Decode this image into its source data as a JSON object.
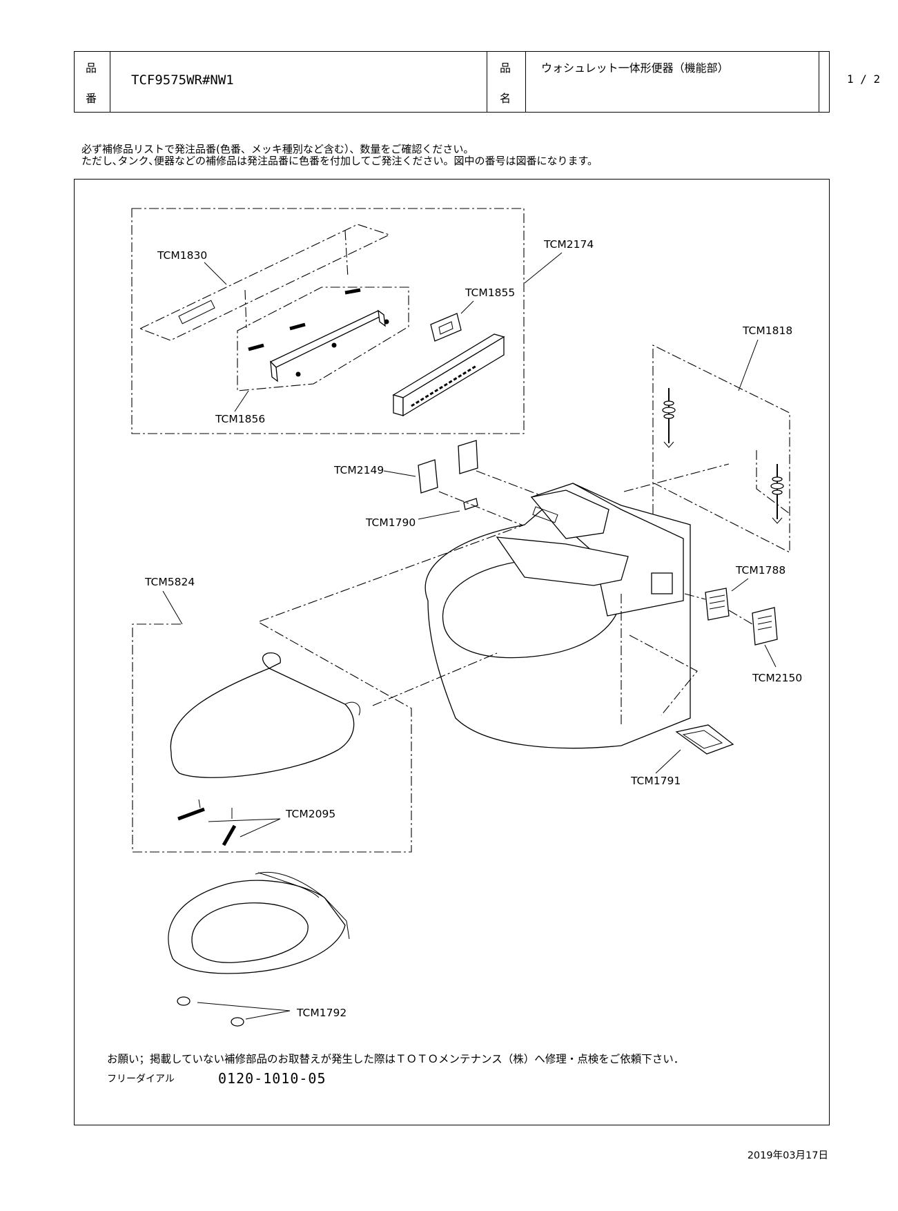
{
  "header": {
    "part_number_label": "品番",
    "part_number_label_top": "品",
    "part_number_label_bottom": "番",
    "part_number": "TCF9575WR#NW1",
    "product_name_label_top": "品",
    "product_name_label_bottom": "名",
    "product_name": "ウォシュレット一体形便器（機能部）",
    "page": "1 / 2"
  },
  "notice": {
    "line1": "必ず補修品リストで発注品番(色番、メッキ種別など含む）、数量をご確認ください。",
    "line2": "ただし､タンク､便器などの補修品は発注品番に色番を付加してご発注ください。図中の番号は図番になります。"
  },
  "parts": {
    "tcm1830": "TCM1830",
    "tcm2174": "TCM2174",
    "tcm1855": "TCM1855",
    "tcm1856": "TCM1856",
    "tcm1818": "TCM1818",
    "tcm2149": "TCM2149",
    "tcm1790": "TCM1790",
    "tcm5824": "TCM5824",
    "tcm1788": "TCM1788",
    "tcm2150": "TCM2150",
    "tcm1791": "TCM1791",
    "tcm2095": "TCM2095",
    "tcm1792": "TCM1792"
  },
  "footer": {
    "request": "お願い；掲載していない補修部品のお取替えが発生した際はＴＯＴＯメンテナンス（株）へ修理・点検をご依頼下さい．",
    "freedial_label": "フリーダイアル",
    "freedial_number": "0120-1010-05"
  },
  "date": "2019年03月17日"
}
